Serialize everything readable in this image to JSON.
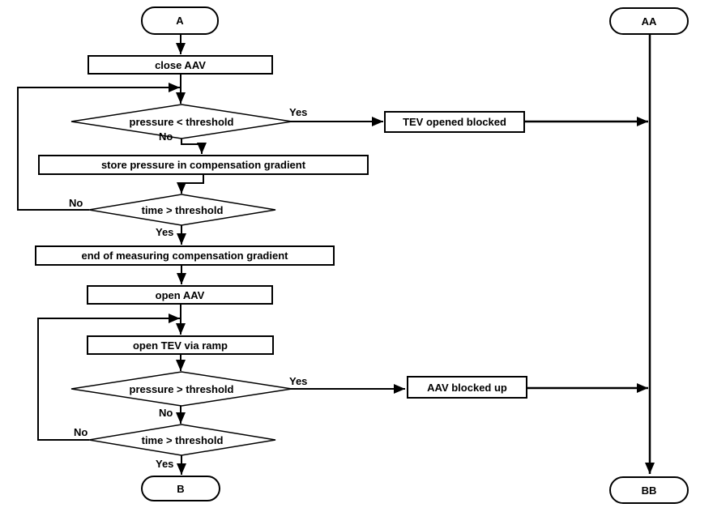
{
  "diagram": {
    "type": "flowchart",
    "colors": {
      "line": "#000000",
      "fill": "#ffffff",
      "text": "#000000",
      "background": "#ffffff"
    },
    "nodes": [
      {
        "id": "a",
        "type": "terminator",
        "label": "A"
      },
      {
        "id": "close-aav",
        "type": "process",
        "label": "close AAV"
      },
      {
        "id": "pressure-lt-threshold",
        "type": "decision",
        "label": "pressure < threshold"
      },
      {
        "id": "tev-opened-blocked",
        "type": "process",
        "label": "TEV opened blocked"
      },
      {
        "id": "store-pressure",
        "type": "process",
        "label": "store pressure in compensation gradient"
      },
      {
        "id": "time-gt-threshold-1",
        "type": "decision",
        "label": "time > threshold"
      },
      {
        "id": "end-of-measuring",
        "type": "process",
        "label": "end of measuring compensation gradient"
      },
      {
        "id": "open-aav",
        "type": "process",
        "label": "open AAV"
      },
      {
        "id": "open-tev-via-ramp",
        "type": "process",
        "label": "open TEV via ramp"
      },
      {
        "id": "pressure-gt-threshold",
        "type": "decision",
        "label": "pressure > threshold"
      },
      {
        "id": "aav-blocked-up",
        "type": "process",
        "label": "AAV blocked up"
      },
      {
        "id": "time-gt-threshold-2",
        "type": "decision",
        "label": "time > threshold"
      },
      {
        "id": "b",
        "type": "terminator",
        "label": "B"
      },
      {
        "id": "aa",
        "type": "terminator",
        "label": "AA"
      },
      {
        "id": "bb",
        "type": "terminator",
        "label": "BB"
      }
    ],
    "edges": [
      {
        "from": "a",
        "to": "close-aav",
        "label": ""
      },
      {
        "from": "close-aav",
        "to": "pressure-lt-threshold",
        "label": ""
      },
      {
        "from": "pressure-lt-threshold",
        "to": "tev-opened-blocked",
        "label": "Yes"
      },
      {
        "from": "pressure-lt-threshold",
        "to": "store-pressure",
        "label": "No"
      },
      {
        "from": "store-pressure",
        "to": "time-gt-threshold-1",
        "label": ""
      },
      {
        "from": "time-gt-threshold-1",
        "to": "pressure-lt-threshold",
        "label": "No"
      },
      {
        "from": "time-gt-threshold-1",
        "to": "end-of-measuring",
        "label": "Yes"
      },
      {
        "from": "end-of-measuring",
        "to": "open-aav",
        "label": ""
      },
      {
        "from": "open-aav",
        "to": "open-tev-via-ramp",
        "label": ""
      },
      {
        "from": "open-tev-via-ramp",
        "to": "pressure-gt-threshold",
        "label": ""
      },
      {
        "from": "pressure-gt-threshold",
        "to": "aav-blocked-up",
        "label": "Yes"
      },
      {
        "from": "pressure-gt-threshold",
        "to": "time-gt-threshold-2",
        "label": "No"
      },
      {
        "from": "time-gt-threshold-2",
        "to": "open-tev-via-ramp",
        "label": "No"
      },
      {
        "from": "time-gt-threshold-2",
        "to": "b",
        "label": "Yes"
      },
      {
        "from": "tev-opened-blocked",
        "to": "aa-bb-line",
        "label": ""
      },
      {
        "from": "aav-blocked-up",
        "to": "aa-bb-line",
        "label": ""
      },
      {
        "from": "aa",
        "to": "bb",
        "label": ""
      }
    ]
  }
}
